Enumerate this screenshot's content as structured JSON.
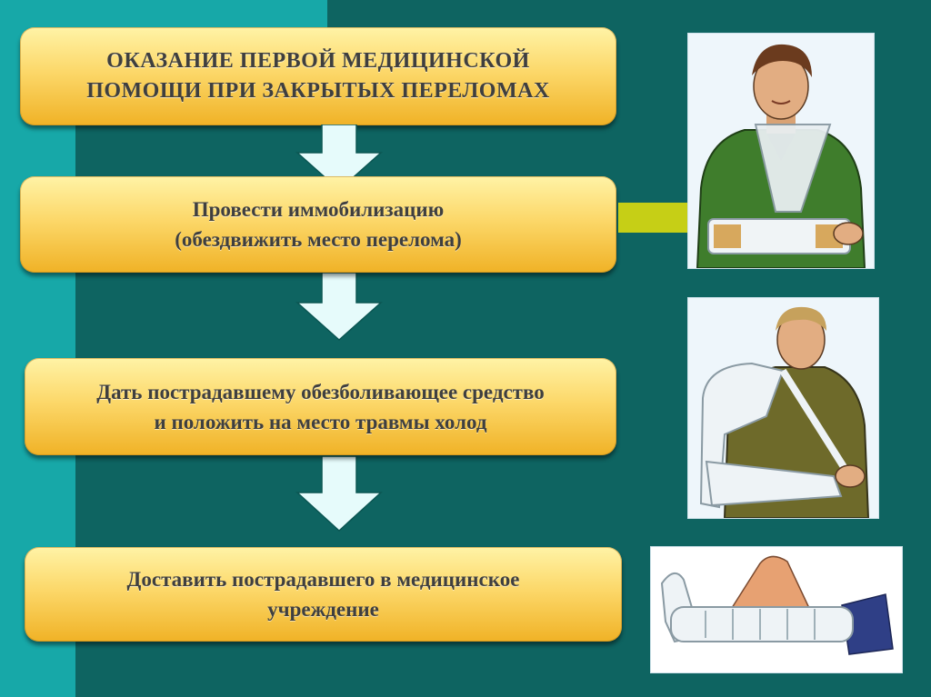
{
  "title": {
    "line1": "ОКАЗАНИЕ  ПЕРВОЙ  МЕДИЦИНСКОЙ",
    "line2": "ПОМОЩИ ПРИ ЗАКРЫТЫХ ПЕРЕЛОМАХ"
  },
  "steps": [
    {
      "line1": "Провести  иммобилизацию",
      "line2": "(обездвижить место перелома)"
    },
    {
      "line1": "Дать пострадавшему обезболивающее средство",
      "line2": "и положить на место травмы холод"
    },
    {
      "line1": "Доставить пострадавшего в медицинское",
      "line2": "учреждение"
    }
  ],
  "images": [
    {
      "icon": "arm-sling-illustration"
    },
    {
      "icon": "shoulder-bandage-illustration"
    },
    {
      "icon": "leg-bandage-illustration"
    }
  ],
  "colors": {
    "background": "#0e6461",
    "accent_teal": "#17a8a8",
    "box_fill": "#fcd86a",
    "arrow_fill": "#e6fbfb",
    "connector": "#c6cf16"
  }
}
